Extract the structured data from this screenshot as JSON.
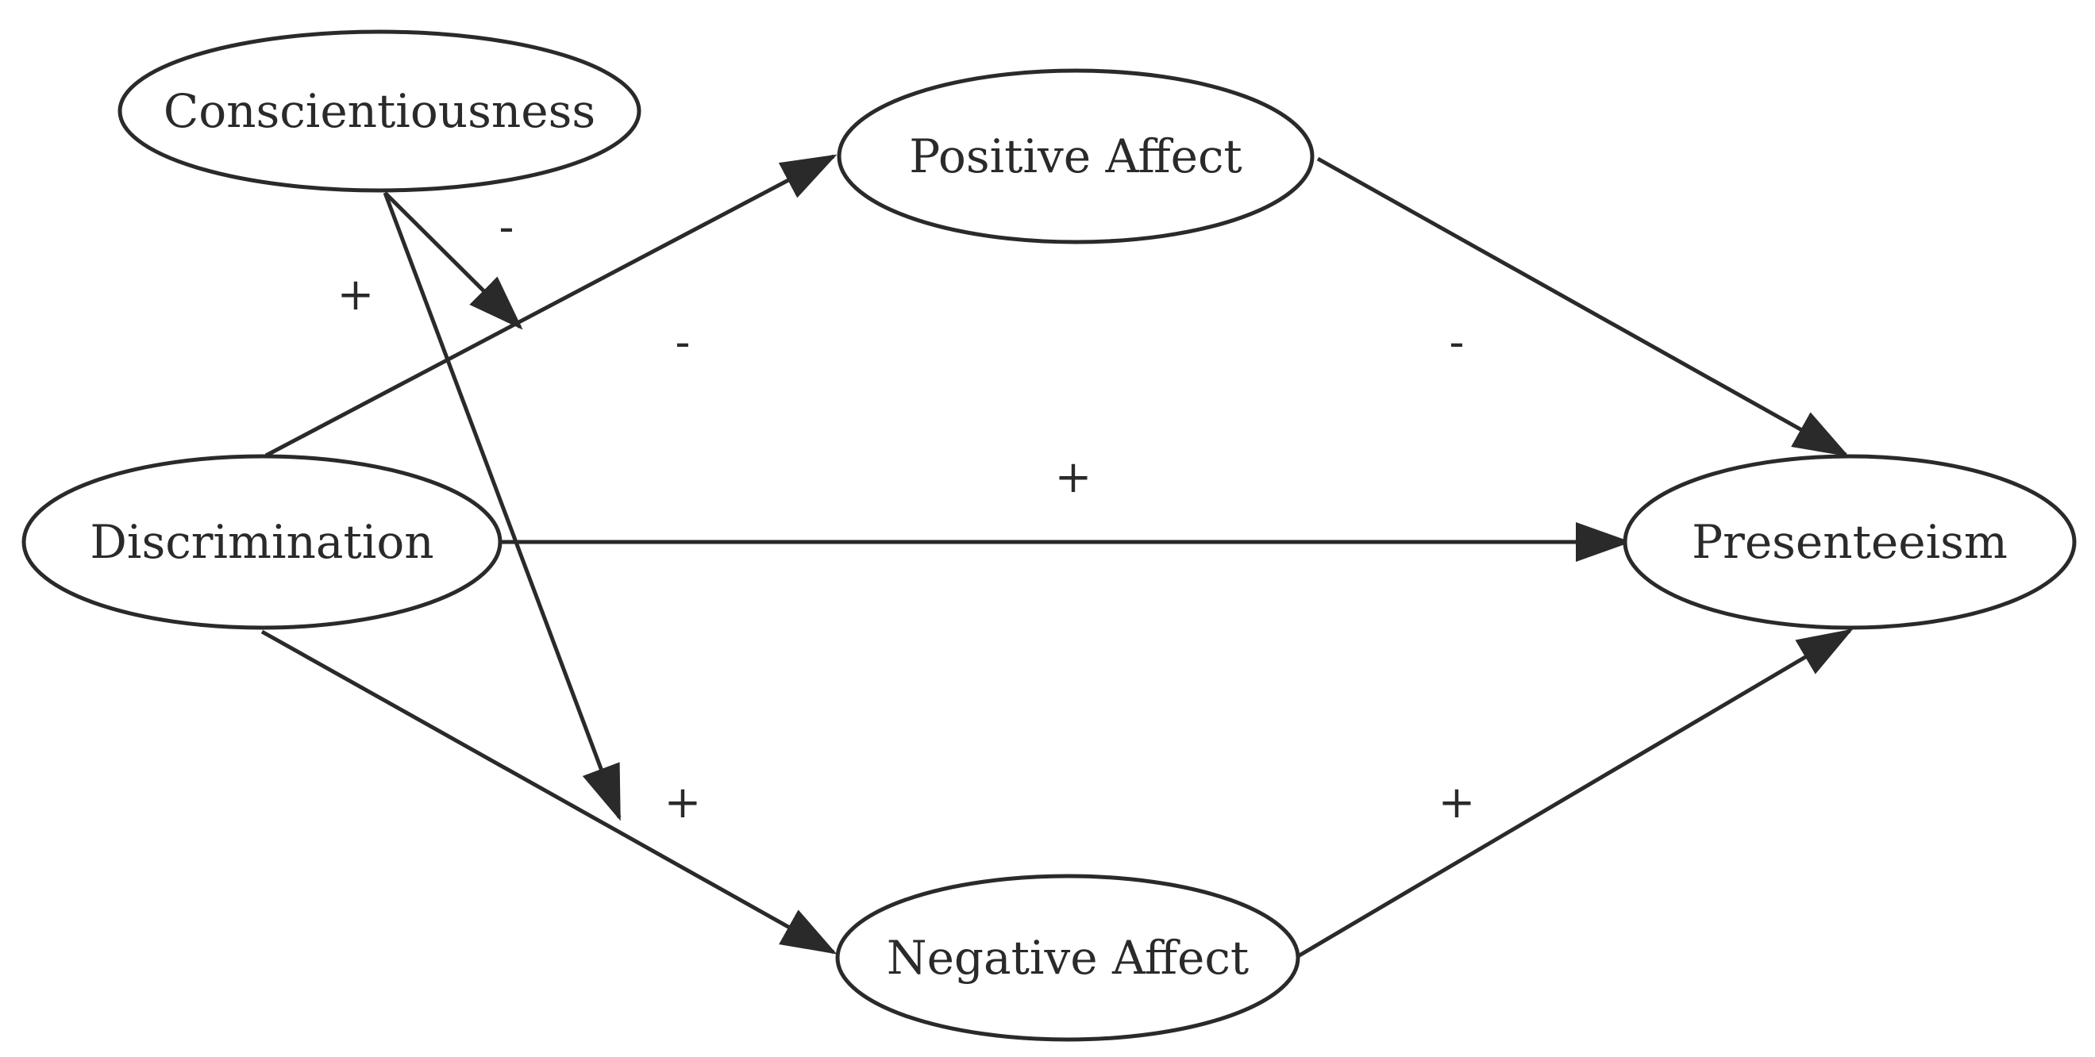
{
  "diagram": {
    "nodes": {
      "conscientiousness": "Conscientiousness",
      "positive_affect": "Positive Affect",
      "discrimination": "Discrimination",
      "presenteeism": "Presenteeism",
      "negative_affect": "Negative Affect"
    },
    "signs": {
      "moderation_positive": "-",
      "moderation_negative": "+",
      "discrimination_to_positive": "-",
      "positive_to_presenteeism": "-",
      "discrimination_to_presenteeism": "+",
      "discrimination_to_negative": "+",
      "negative_to_presenteeism": "+"
    },
    "edges": [
      {
        "from": "discrimination",
        "to": "positive_affect",
        "sign": "-"
      },
      {
        "from": "positive_affect",
        "to": "presenteeism",
        "sign": "-"
      },
      {
        "from": "discrimination",
        "to": "presenteeism",
        "sign": "+"
      },
      {
        "from": "discrimination",
        "to": "negative_affect",
        "sign": "+"
      },
      {
        "from": "negative_affect",
        "to": "presenteeism",
        "sign": "+"
      },
      {
        "from": "conscientiousness",
        "to": "discrimination_to_positive_path",
        "sign": "-"
      },
      {
        "from": "conscientiousness",
        "to": "discrimination_to_negative_path",
        "sign": "+"
      }
    ]
  }
}
